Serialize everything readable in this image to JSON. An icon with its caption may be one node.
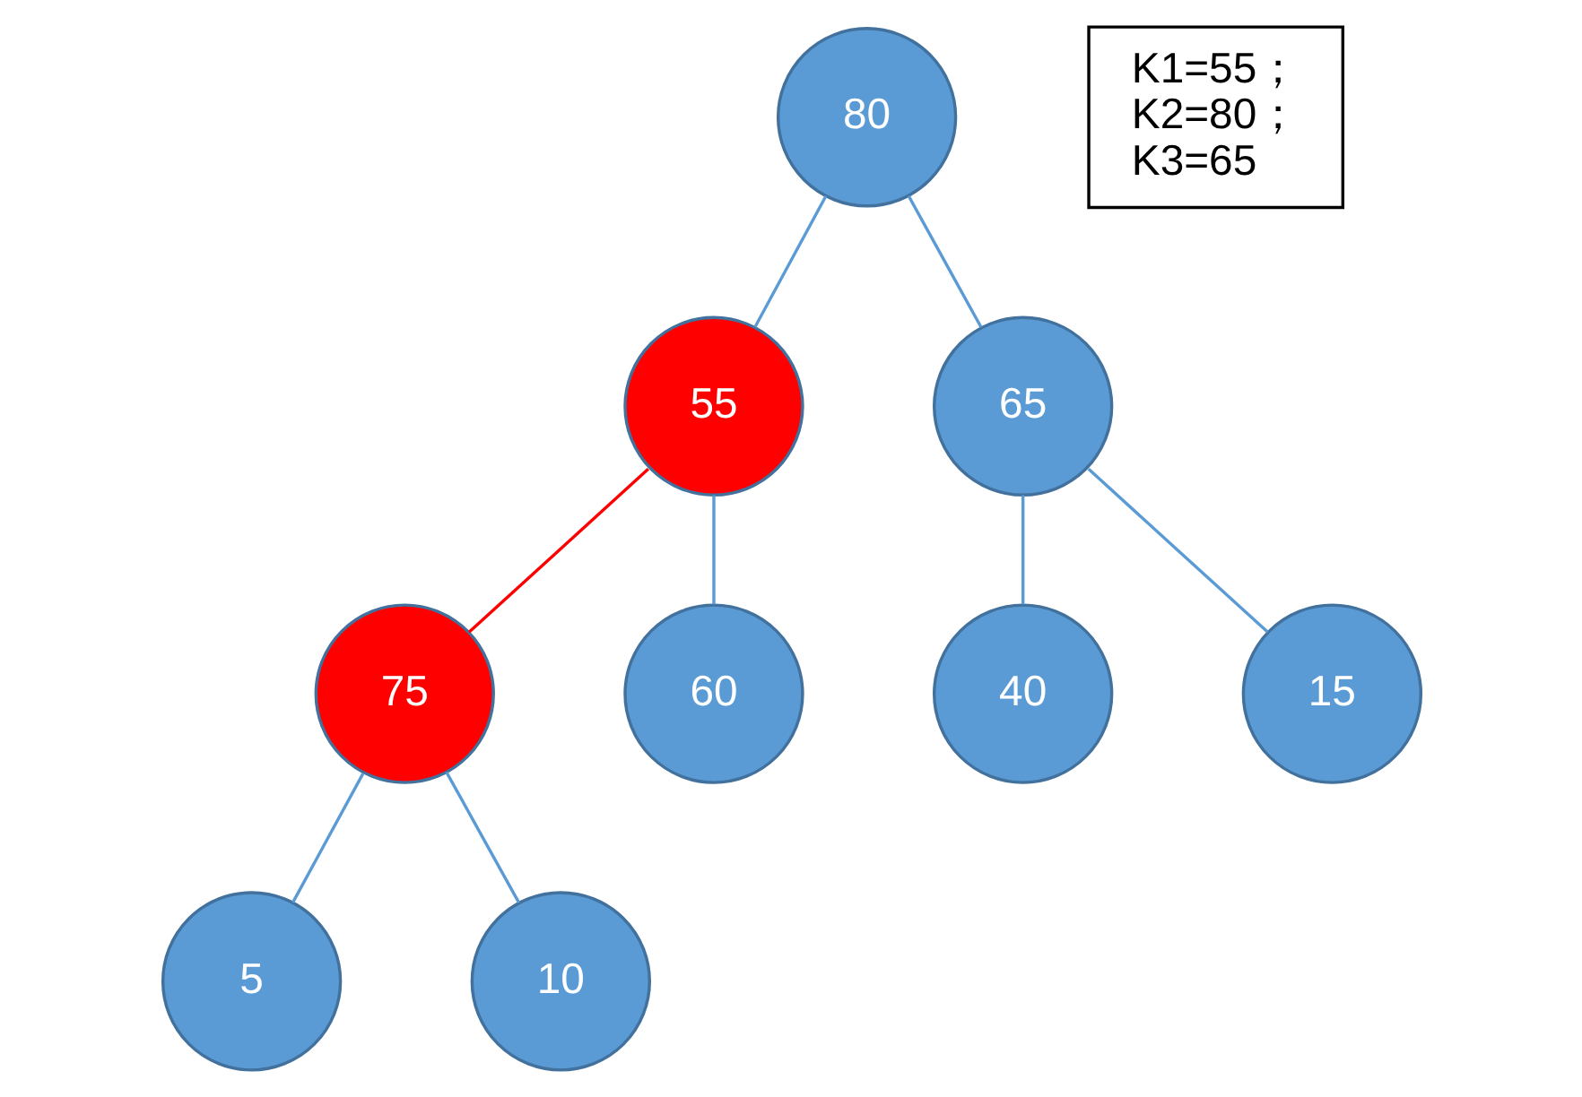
{
  "diagram": {
    "nodes": [
      {
        "text": [
          "80"
        ]
      },
      {
        "text": [
          "K1=55；",
          "K2=80；",
          "K3=65"
        ]
      },
      {
        "text": [
          "55"
        ]
      },
      {
        "text": [
          "65"
        ]
      },
      {
        "text": [
          "75"
        ]
      },
      {
        "text": [
          "60"
        ]
      },
      {
        "text": [
          "40"
        ]
      },
      {
        "text": [
          "15"
        ]
      },
      {
        "text": [
          "5"
        ]
      },
      {
        "text": [
          "10"
        ]
      }
    ],
    "edges": [
      {
        "from": 0,
        "to": 2,
        "arrow": "none"
      },
      {
        "from": 0,
        "to": 3,
        "arrow": "none"
      },
      {
        "from": 2,
        "to": 4,
        "arrow": "none",
        "color": "#ff0000"
      },
      {
        "from": 2,
        "to": 5,
        "arrow": "none"
      },
      {
        "from": 3,
        "to": 6,
        "arrow": "none"
      },
      {
        "from": 3,
        "to": 7,
        "arrow": "none"
      },
      {
        "from": 4,
        "to": 8,
        "arrow": "none"
      },
      {
        "from": 4,
        "to": 9,
        "arrow": "none"
      }
    ]
  }
}
